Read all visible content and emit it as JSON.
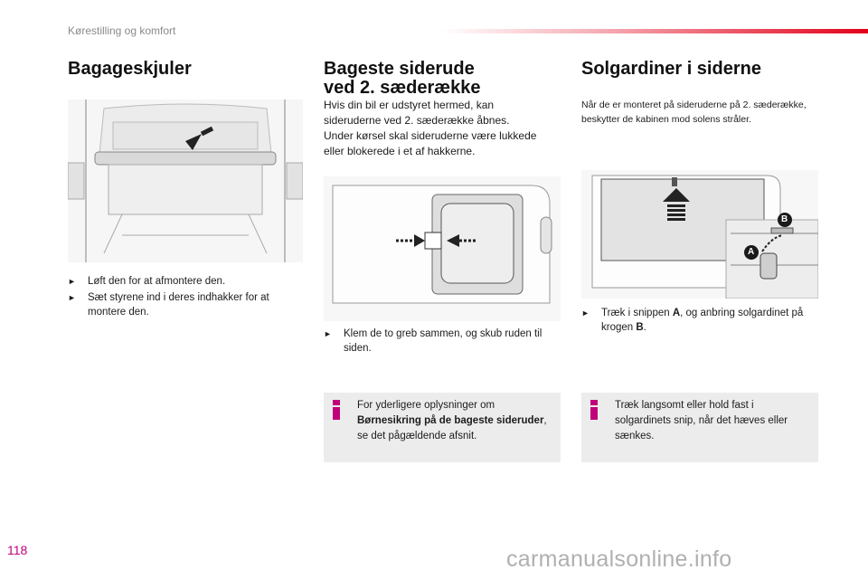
{
  "header": {
    "section": "Kørestilling og komfort"
  },
  "colors": {
    "accent": "#e2001a",
    "info_icon": "#c0007a",
    "info_bg": "#ececec"
  },
  "col1": {
    "title": "Bagageskjuler",
    "bullets": [
      "Løft den for at afmontere den.",
      "Sæt styrene ind i deres indhakker for at montere den."
    ]
  },
  "col2": {
    "title_line1": "Bageste siderude",
    "title_line2": "ved 2. sæderække",
    "intro_line1": "Hvis din bil er udstyret hermed, kan",
    "intro_line2": "sideruderne ved 2. sæderække åbnes.",
    "intro_line3": "Under kørsel skal sideruderne være lukkede",
    "intro_line4": "eller blokerede i et af hakkerne.",
    "bullet": "Klem de to greb sammen, og skub ruden til siden.",
    "info_pre": "For yderligere oplysninger om",
    "info_bold": "Børnesikring på de bageste sideruder",
    "info_post": ", se det pågældende afsnit."
  },
  "col3": {
    "title": "Solgardiner i siderne",
    "intro": "Når de er monteret på sideruderne på 2. sæderække, beskytter de kabinen mod solens stråler.",
    "bullet_pre": "Træk i snippen ",
    "bullet_a": "A",
    "bullet_mid": ", og anbring solgardinet på krogen ",
    "bullet_b": "B",
    "bullet_end": ".",
    "label_a": "A",
    "label_b": "B",
    "info": "Træk langsomt eller hold fast i solgardinets snip, når det hæves eller sænkes."
  },
  "footer": {
    "page": "118",
    "watermark": "carmanualsonline.info"
  }
}
